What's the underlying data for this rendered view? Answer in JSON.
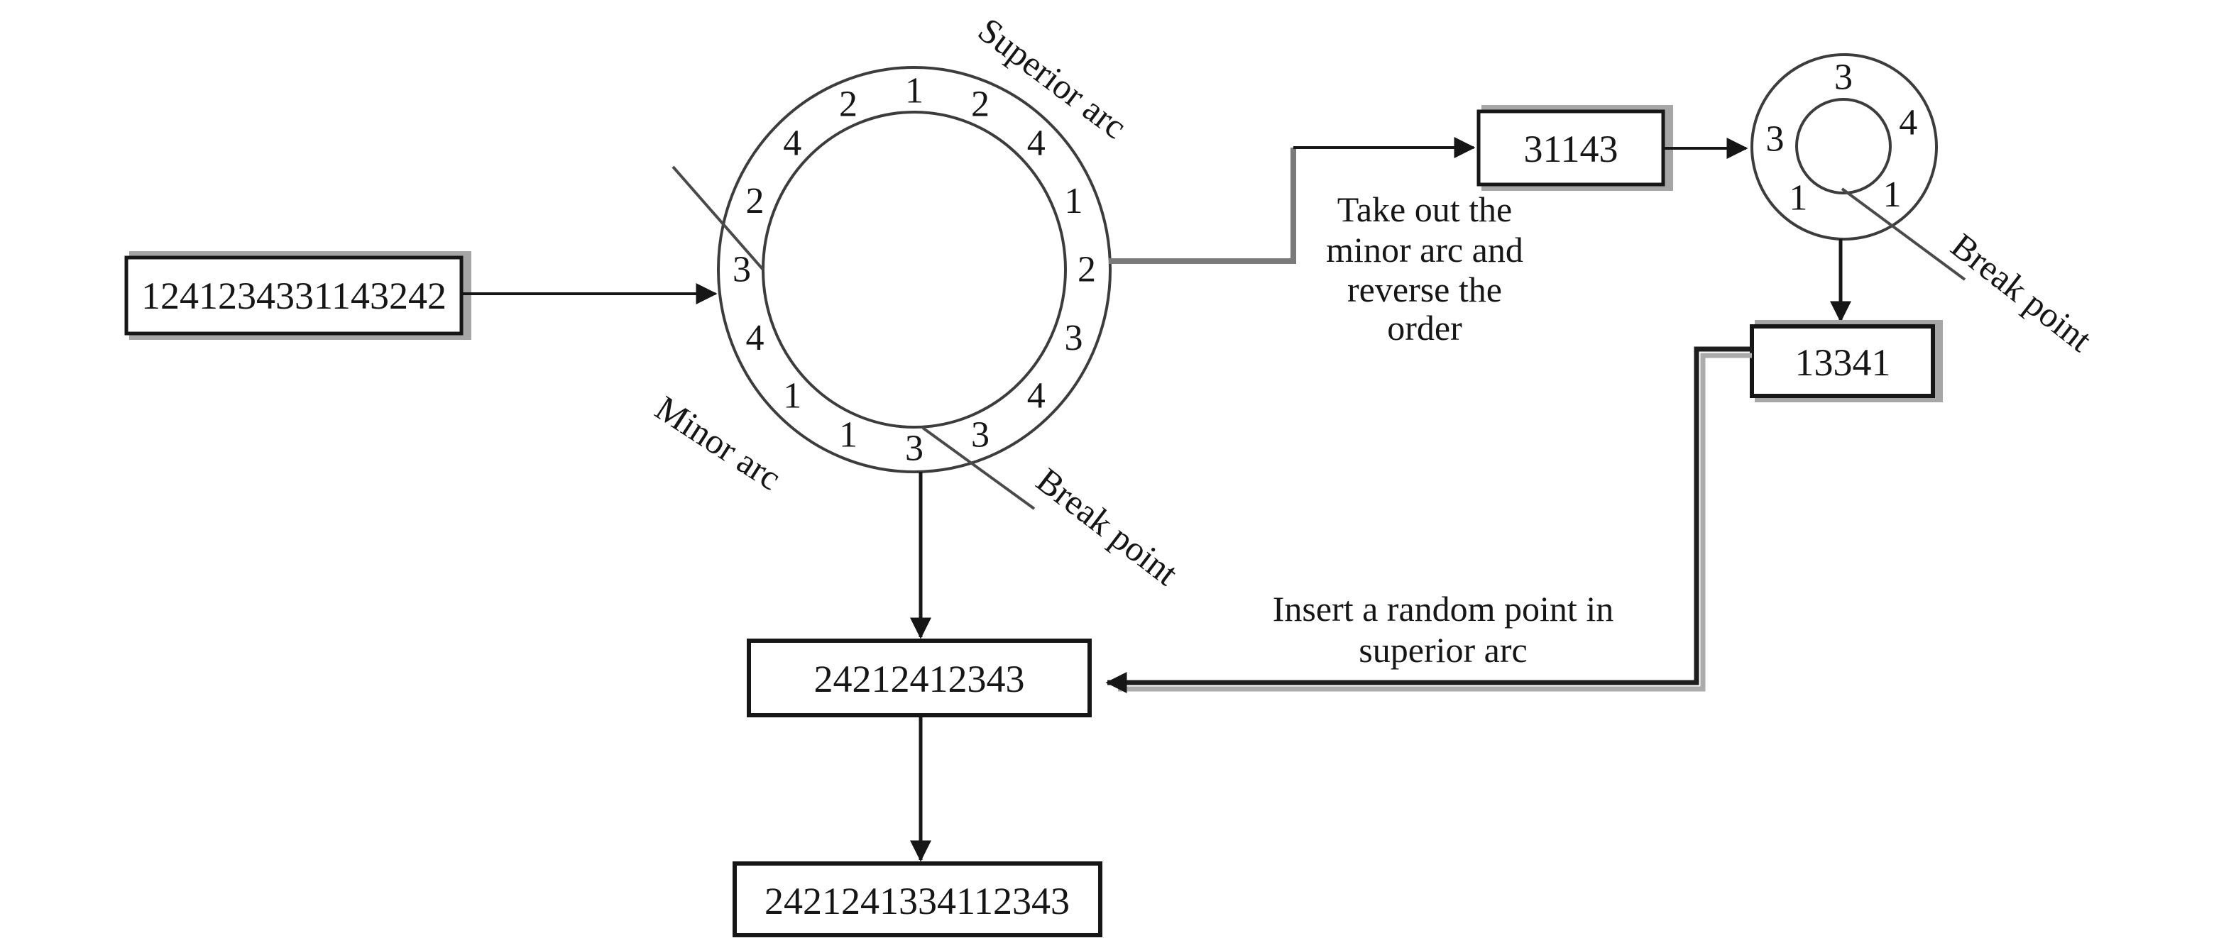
{
  "diagram": {
    "input_box": "1241234331143242",
    "big_ring": {
      "sequence": [
        "1",
        "2",
        "4",
        "1",
        "2",
        "3",
        "4",
        "3",
        "3",
        "1",
        "1",
        "4",
        "3",
        "2",
        "4",
        "2"
      ],
      "superior_arc_label": "Superior arc",
      "minor_arc_label": "Minor arc",
      "break_point_label": "Break point"
    },
    "minor_arc_box": "31143",
    "take_out_note": {
      "line1": "Take out the",
      "line2": "minor arc and",
      "line3": "reverse the",
      "line4": "order"
    },
    "small_ring": {
      "sequence": [
        "3",
        "4",
        "1",
        "1",
        "3"
      ],
      "break_point_label": "Break point"
    },
    "reversed_box": "13341",
    "insert_note": {
      "line1": "Insert a random point in",
      "line2": "superior arc"
    },
    "superior_arc_box": "24212412343",
    "result_box": "2421241334112343",
    "colors": {
      "line": "#161616",
      "ring_line": "#3c3c3c",
      "connector_gray": "#7a7a7a",
      "box_shadow": "#a6a6a6",
      "text": "#161616",
      "background": "#ffffff"
    }
  }
}
